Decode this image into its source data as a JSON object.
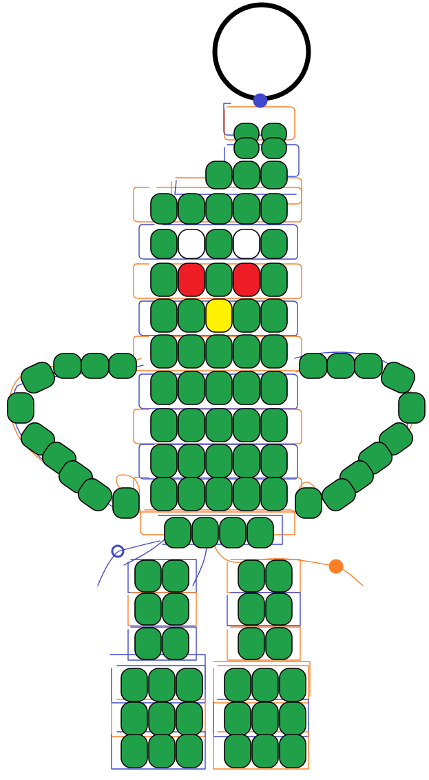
{
  "pattern": {
    "colors": {
      "body": "#21a04a",
      "eye_white": "#ffffff",
      "eye_red": "#ee1c24",
      "nose": "#fff200",
      "outline": "#000000",
      "thread_a": "#3f48cc",
      "thread_b": "#ff7f27",
      "key_ring": "#000000"
    },
    "components": [
      "key-ring",
      "antenna",
      "head",
      "face",
      "torso",
      "left-arm",
      "right-arm",
      "waist",
      "left-leg",
      "right-leg",
      "left-foot",
      "right-foot",
      "thread-a-path",
      "thread-b-path",
      "thread-a-end",
      "thread-b-end"
    ]
  }
}
